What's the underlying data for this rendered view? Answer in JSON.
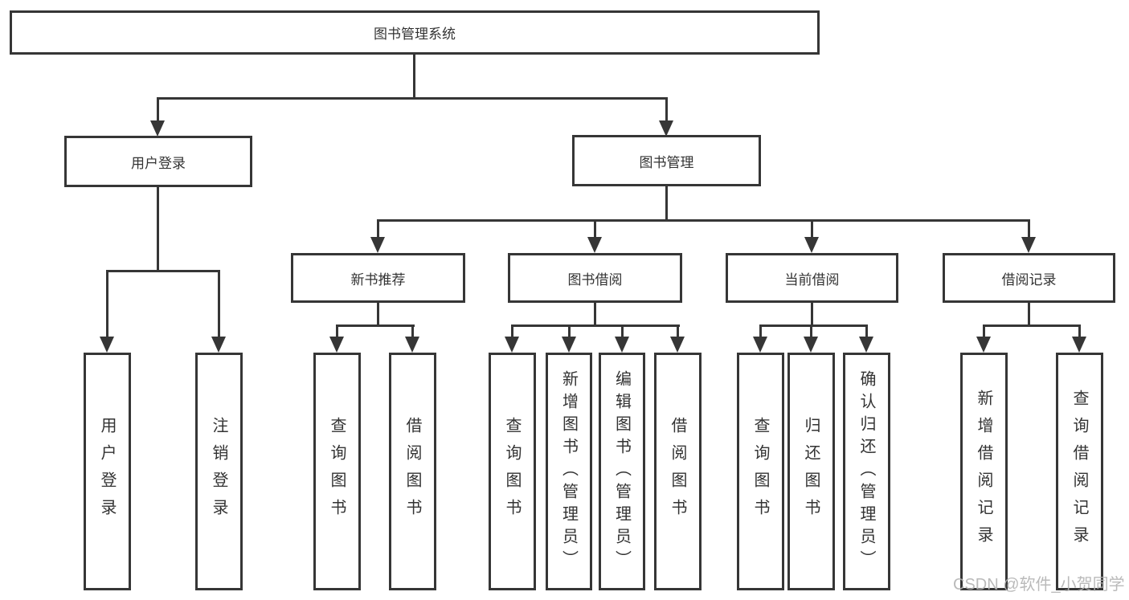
{
  "colors": {
    "line": "#363636",
    "text": "#333333",
    "watermark": "#b3b3b3",
    "background": "#ffffff"
  },
  "watermark": {
    "text": "CSDN @软件_小贺同学"
  },
  "tree": {
    "root": {
      "label": "图书管理系统",
      "children": [
        {
          "label": "用户登录",
          "children": [
            {
              "label": "用户登录"
            },
            {
              "label": "注销登录"
            }
          ]
        },
        {
          "label": "图书管理",
          "children": [
            {
              "label": "新书推荐",
              "children": [
                {
                  "label": "查询图书"
                },
                {
                  "label": "借阅图书"
                }
              ]
            },
            {
              "label": "图书借阅",
              "children": [
                {
                  "label": "查询图书"
                },
                {
                  "label": "新增图书（管理员）"
                },
                {
                  "label": "编辑图书（管理员）"
                },
                {
                  "label": "借阅图书"
                }
              ]
            },
            {
              "label": "当前借阅",
              "children": [
                {
                  "label": "查询图书"
                },
                {
                  "label": "归还图书"
                },
                {
                  "label": "确认归还（管理员）"
                }
              ]
            },
            {
              "label": "借阅记录",
              "children": [
                {
                  "label": "新增借阅记录"
                },
                {
                  "label": "查询借阅记录"
                }
              ]
            }
          ]
        }
      ]
    }
  }
}
